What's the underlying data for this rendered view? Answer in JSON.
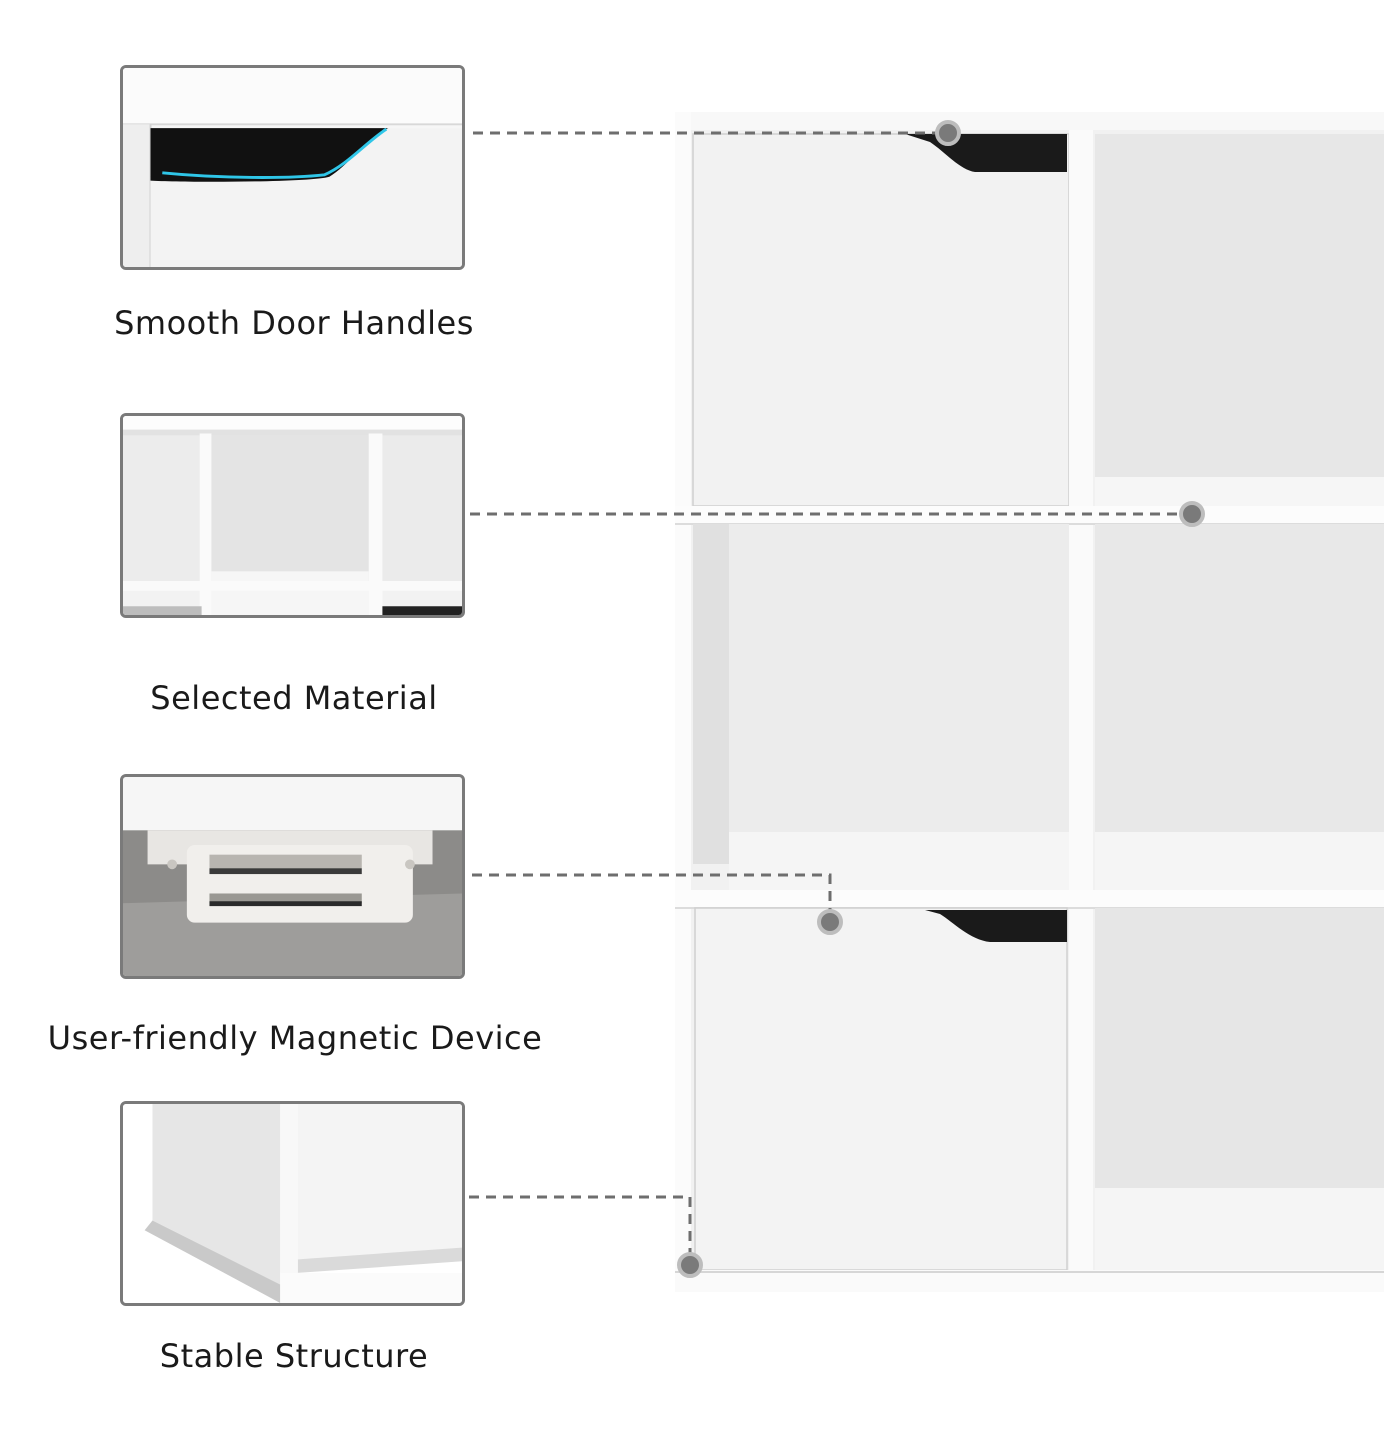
{
  "features": [
    {
      "id": "handles",
      "caption": "Smooth Door Handles"
    },
    {
      "id": "material",
      "caption": "Selected Material"
    },
    {
      "id": "magnet",
      "caption": "User-friendly  Magnetic Device"
    },
    {
      "id": "structure",
      "caption": "Stable Structure"
    }
  ],
  "colors": {
    "frame": "#7a7a7a",
    "handle_glow": "#2fc6e8",
    "leader": "#6e6e6e",
    "cabinet_white": "#f2f2f2"
  }
}
